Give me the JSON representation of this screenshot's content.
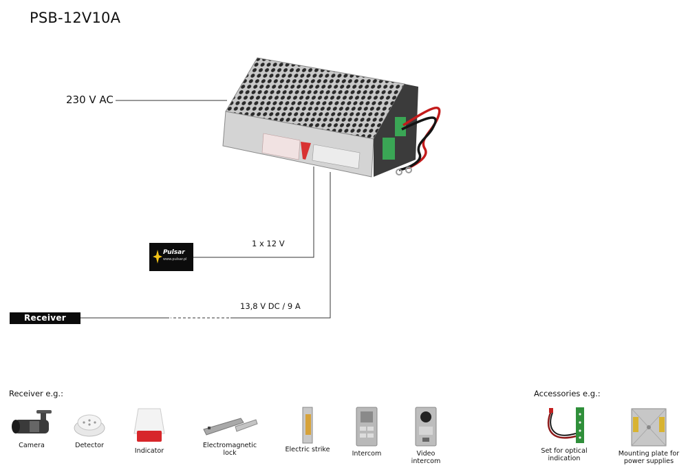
{
  "title": "PSB-12V10A",
  "input_label": "230 V AC",
  "outputs": {
    "aux_label": "1 x 12 V",
    "main_label": "13,8 V DC / 9 A"
  },
  "receiver_box_label": "Receiver",
  "pulsar_badge": {
    "logo": "Pulsar",
    "url": "www.pulsar.pl"
  },
  "receivers": {
    "heading": "Receiver e.g.:",
    "items": [
      {
        "icon": "camera-icon",
        "label": "Camera"
      },
      {
        "icon": "detector-icon",
        "label": "Detector"
      },
      {
        "icon": "indicator-icon",
        "label": "Indicator"
      },
      {
        "icon": "electromagnetic-lock-icon",
        "label_line1": "Electromagnetic",
        "label_line2": "lock"
      },
      {
        "icon": "electric-strike-icon",
        "label": "Electric strike"
      },
      {
        "icon": "intercom-icon",
        "label": "Intercom"
      },
      {
        "icon": "video-intercom-icon",
        "label": "Video intercom"
      }
    ]
  },
  "accessories": {
    "heading": "Accessories e.g.:",
    "items": [
      {
        "icon": "optical-indication-set-icon",
        "label_line1": "Set for optical",
        "label_line2": "indication"
      },
      {
        "icon": "mounting-plate-icon",
        "label_line1": "Mounting plate for",
        "label_line2": "power supplies"
      }
    ]
  },
  "colors": {
    "line": "#333333",
    "badge": "#0b0b0b"
  }
}
